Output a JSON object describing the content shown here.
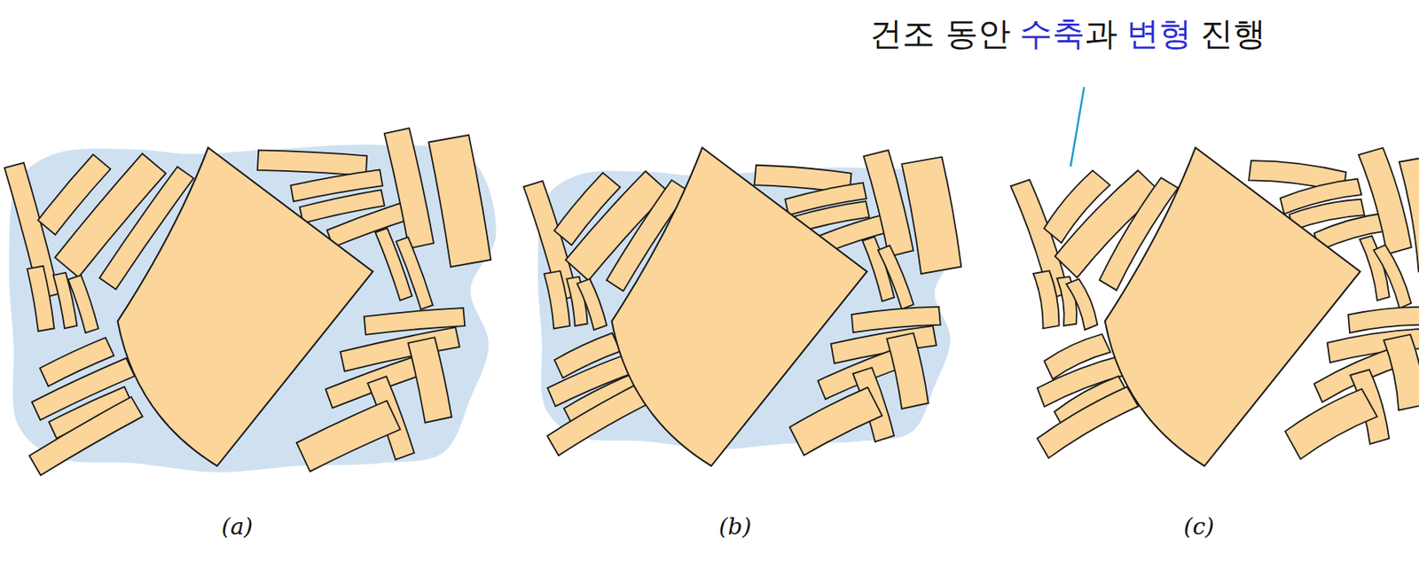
{
  "diagram": {
    "labels": [
      "건조 동안",
      "수축",
      "과",
      "변형",
      "진행",
      "(a)",
      "(b)",
      "(c)"
    ]
  }
}
